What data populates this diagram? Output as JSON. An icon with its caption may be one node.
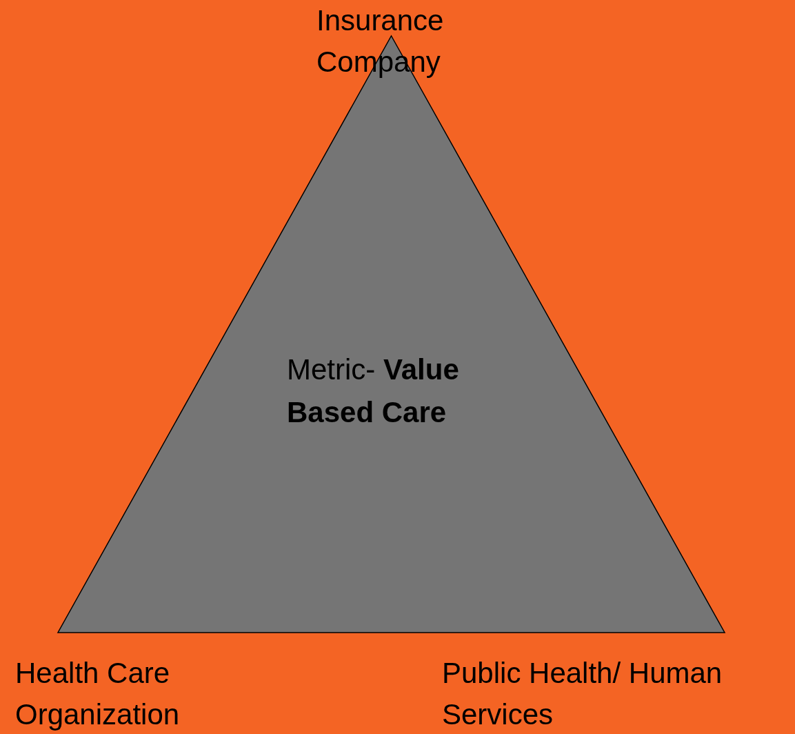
{
  "diagram": {
    "nodes": [
      {
        "text": [
          "Metric- **Value Based Care**"
        ]
      }
    ],
    "labels": [
      "Insurance Company",
      "Health Care Organization",
      "Public Health/ Human Services"
    ]
  }
}
